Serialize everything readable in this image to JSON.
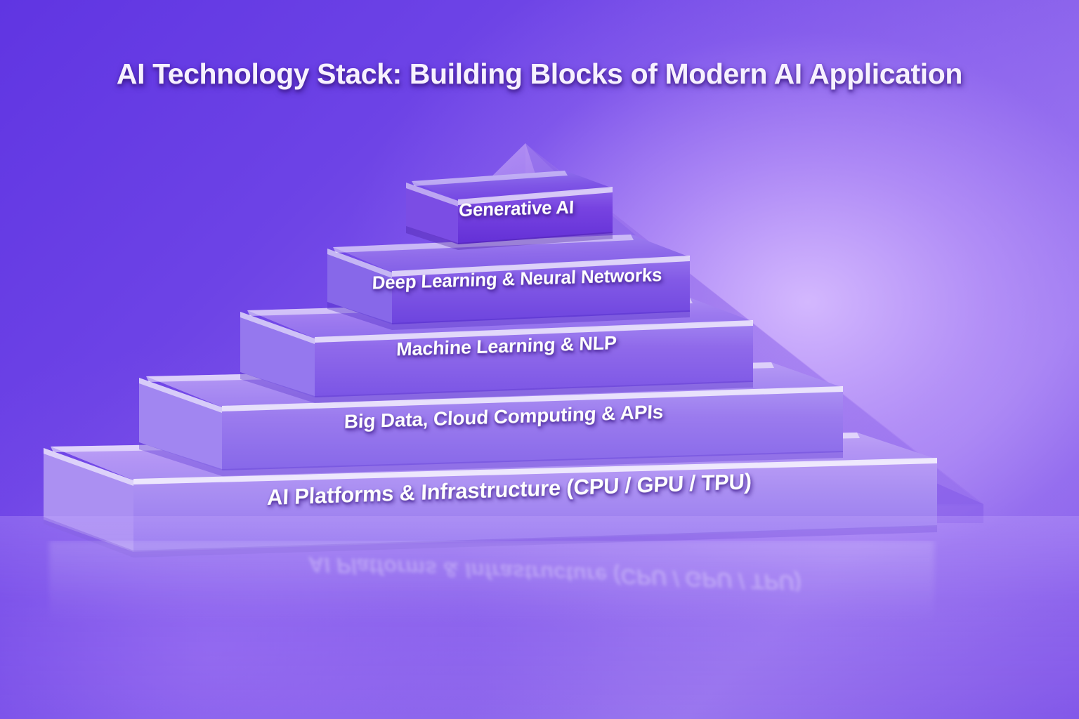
{
  "title": "AI Technology Stack: Building Blocks of Modern AI Application",
  "colors": {
    "background_top_left": "#6035e2",
    "background_glow": "#b98ef0",
    "background_bottom_left": "#8458e8",
    "tier_top": "#7a3fe0",
    "tier_2": "#8350e6",
    "tier_3": "#8f63e8",
    "tier_4": "#9b75ec",
    "tier_base": "#a98ef2",
    "label_text": "#ffffff",
    "title_text": "#f7f1ff"
  },
  "chart_data": {
    "type": "pyramid",
    "title": "AI Technology Stack: Building Blocks of Modern AI Application",
    "orientation": "bottom-to-top",
    "levels": [
      {
        "index": 5,
        "position": "top",
        "label": "Generative AI",
        "color": "#7a3fe0",
        "relative_width": 0.22
      },
      {
        "index": 4,
        "position": "second",
        "label": "Deep Learning & Neural Networks",
        "color": "#8350e6",
        "relative_width": 0.38
      },
      {
        "index": 3,
        "position": "middle",
        "label": "Machine Learning & NLP",
        "color": "#8f63e8",
        "relative_width": 0.54
      },
      {
        "index": 2,
        "position": "fourth",
        "label": "Big Data, Cloud Computing & APIs",
        "color": "#9b75ec",
        "relative_width": 0.7
      },
      {
        "index": 1,
        "position": "base",
        "label": "AI Platforms & Infrastructure (CPU / GPU / TPU)",
        "color": "#a98ef2",
        "relative_width": 0.88
      }
    ]
  },
  "reflection": {
    "base_label": "AI Platforms & Infrastructure (CPU / GPU / TPU)"
  }
}
